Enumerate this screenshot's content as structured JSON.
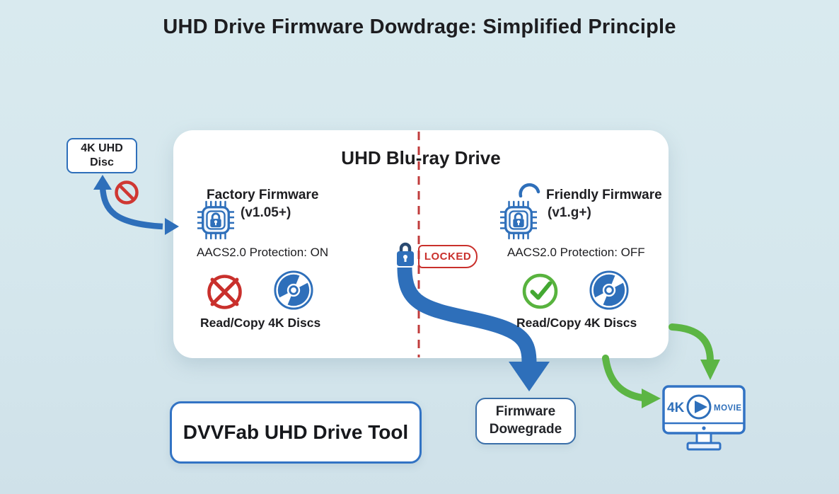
{
  "title": "UHD Drive Firmware Dowdrage: Simplified Principle",
  "disc_box": {
    "label": "4K UHD Disc"
  },
  "panel": {
    "title": "UHD Blu-ray Drive",
    "locked_label": "LOCKED",
    "factory": {
      "name": "Factory Firmware",
      "version": "(v1.05+)",
      "protection": "AACS2.0 Protection: ON",
      "capability": "Read/Copy 4K Discs"
    },
    "friendly": {
      "name": "Friendly Firmware",
      "version": "(v1.g+)",
      "protection": "AACS2.0 Protection: OFF",
      "capability": "Read/Copy 4K Discs"
    }
  },
  "tool_box": {
    "label": "DVVFab UHD Drive Tool"
  },
  "downgrade_box": {
    "line1": "Firmware",
    "line2": "Dowegrade"
  },
  "monitor": {
    "resolution_label": "4K",
    "movie_label": "MOVIE"
  },
  "colors": {
    "background": "#d5e7ed",
    "panel": "#ffffff",
    "blue": "#2e6fba",
    "red": "#c9302c",
    "green": "#5cb544",
    "text": "#1c1c1e"
  }
}
